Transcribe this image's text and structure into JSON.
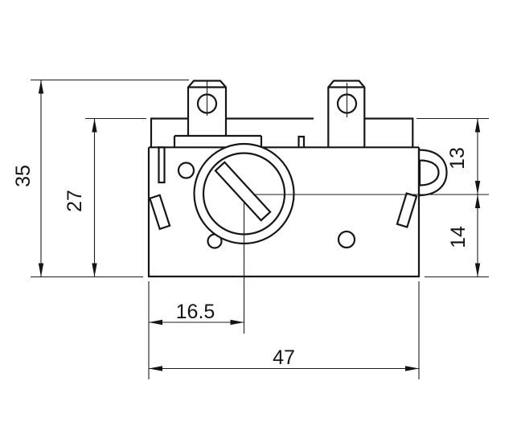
{
  "drawing": {
    "kind": "technical-dimension-drawing",
    "view": "front-view-switch-body",
    "colors": {
      "line": "#161616",
      "background": "#ffffff"
    },
    "dims": {
      "total_height": {
        "value": "35"
      },
      "body_height": {
        "value": "27"
      },
      "top_to_center": {
        "value": "13"
      },
      "center_to_bottom": {
        "value": "14"
      },
      "left_to_dial_center": {
        "value": "16.5"
      },
      "total_width": {
        "value": "47"
      }
    }
  }
}
